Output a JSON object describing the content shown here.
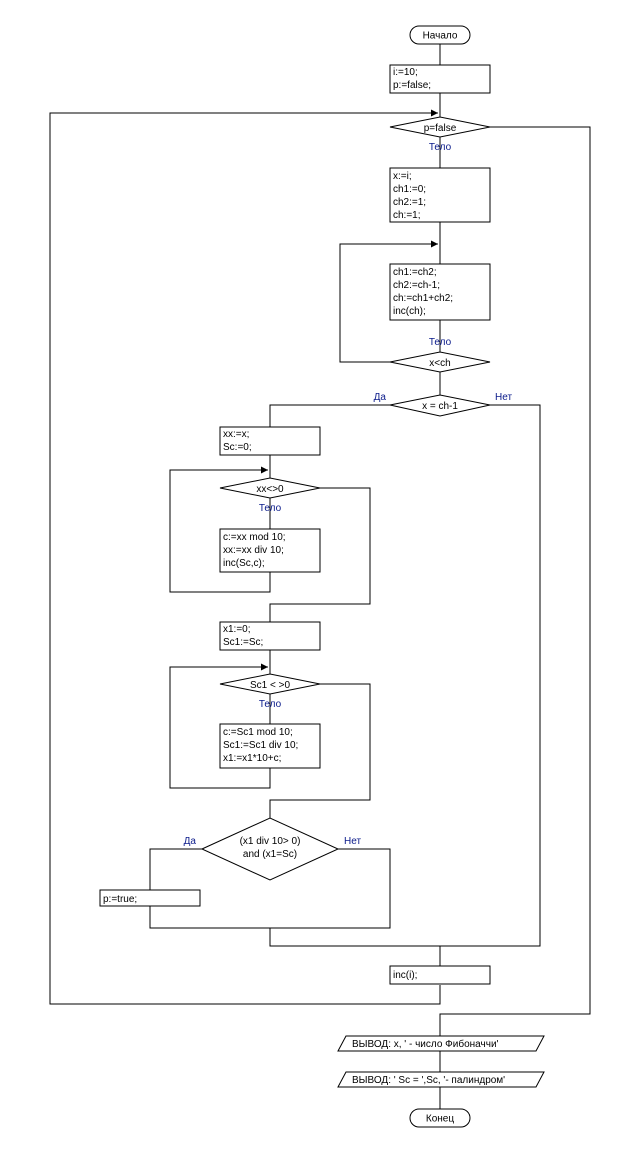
{
  "start": "Начало",
  "end": "Конец",
  "blocks": {
    "init": [
      "i:=10;",
      "p:=false;"
    ],
    "setup": [
      "x:=i;",
      "ch1:=0;",
      "ch2:=1;",
      "ch:=1;"
    ],
    "fib": [
      "ch1:=ch2;",
      "ch2:=ch-1;",
      "ch:=ch1+ch2;",
      "inc(ch);"
    ],
    "xx_init": [
      "xx:=x;",
      "Sc:=0;"
    ],
    "sum_body": [
      "c:=xx mod 10;",
      "xx:=xx div 10;",
      "inc(Sc,c);"
    ],
    "x1_init": [
      "x1:=0;",
      "Sc1:=Sc;"
    ],
    "rev_body": [
      "c:=Sc1 mod 10;",
      "Sc1:=Sc1 div 10;",
      "x1:=x1*10+c;"
    ],
    "set_p": [
      "p:=true;"
    ],
    "inc_i": [
      "inc(i);"
    ]
  },
  "conditions": {
    "outer": "p=false",
    "fib_loop": "x<ch",
    "is_fib": "x = ch-1",
    "sum_loop": "xx<>0",
    "rev_loop": "Sc1 < >0",
    "pal": [
      "(x1 div 10> 0)",
      "and (x1=Sc)"
    ]
  },
  "labels": {
    "body": "Тело",
    "yes": "Да",
    "no": "Нет"
  },
  "outputs": {
    "out1": "ВЫВОД:  x, ' - число Фибоначчи'",
    "out2": "ВЫВОД:    ' Sc = ',Sc, '- палиндром'"
  }
}
